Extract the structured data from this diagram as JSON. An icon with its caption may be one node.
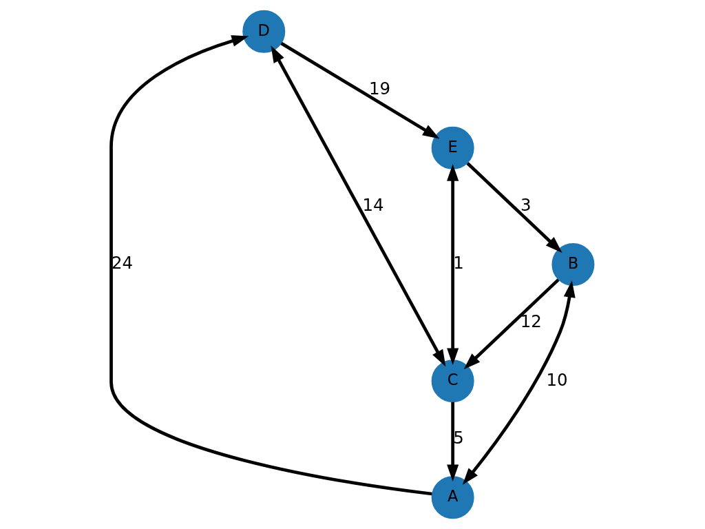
{
  "diagram": {
    "nodes": [
      {
        "text": [
          "D"
        ]
      },
      {
        "text": [
          "B"
        ]
      },
      {
        "text": [
          "A"
        ]
      },
      {
        "text": [
          "C"
        ]
      },
      {
        "text": [
          "E"
        ]
      }
    ],
    "edges": [
      {
        "from": 2,
        "to": 0,
        "arrow": "to",
        "label": "24"
      },
      {
        "from": 2,
        "to": 1,
        "arrow": "both",
        "label": "10"
      },
      {
        "from": 1,
        "to": 3,
        "arrow": "to",
        "label": "12"
      },
      {
        "from": 3,
        "to": 0,
        "arrow": "both",
        "label": "14"
      },
      {
        "from": 4,
        "to": 1,
        "arrow": "to",
        "label": "3"
      },
      {
        "from": 0,
        "to": 4,
        "arrow": "to",
        "label": "19"
      },
      {
        "from": 3,
        "to": 2,
        "arrow": "to",
        "label": "5"
      },
      {
        "from": 3,
        "to": 4,
        "arrow": "both",
        "label": "1"
      }
    ]
  }
}
